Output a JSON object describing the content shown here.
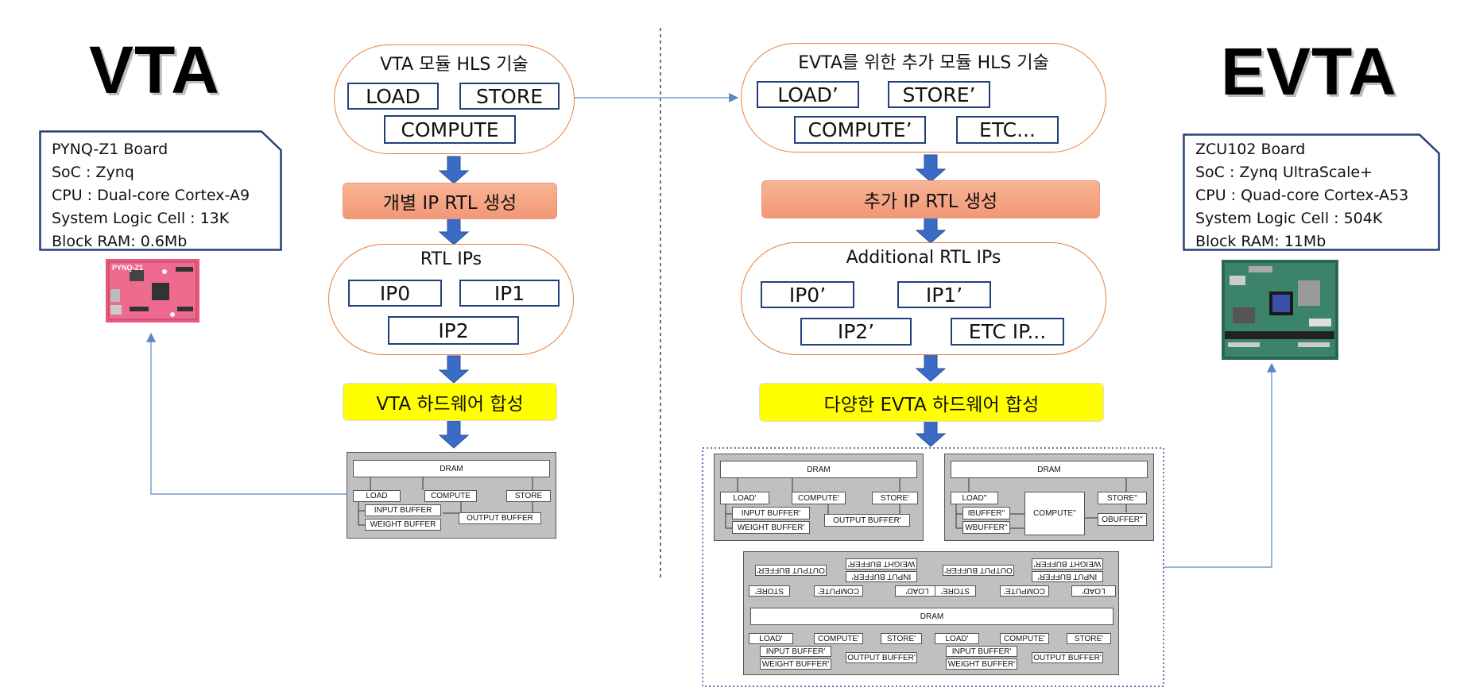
{
  "left": {
    "title": "VTA",
    "board_info": [
      "PYNQ-Z1 Board",
      "SoC : Zynq",
      "CPU : Dual-core Cortex-A9",
      "System Logic Cell : 13K",
      "Block RAM: 0.6Mb"
    ],
    "board_photo_label": "PYNQ-Z1"
  },
  "right": {
    "title": "EVTA",
    "board_info": [
      "ZCU102 Board",
      "SoC : Zynq UltraScale+",
      "CPU : Quad-core Cortex-A53",
      "System Logic Cell : 504K",
      "Block RAM: 11Mb"
    ]
  },
  "vta_flow": {
    "hls_title": "VTA  모듈 HLS 기술",
    "hls_modules": [
      "LOAD",
      "STORE",
      "COMPUTE"
    ],
    "rtl_step": "개별 IP RTL 생성",
    "rtl_title": "RTL IPs",
    "rtl_ips": [
      "IP0",
      "IP1",
      "IP2"
    ],
    "synth_step": "VTA 하드웨어 합성",
    "arch": {
      "dram": "DRAM",
      "load": "LOAD",
      "compute": "COMPUTE",
      "store": "STORE",
      "input_buffer": "INPUT BUFFER",
      "weight_buffer": "WEIGHT BUFFER",
      "output_buffer": "OUTPUT BUFFER"
    }
  },
  "evta_flow": {
    "hls_title": "EVTA를 위한 추가 모듈 HLS 기술",
    "hls_modules": [
      "LOAD’",
      "STORE’",
      "COMPUTE’",
      "ETC..."
    ],
    "rtl_step": "추가 IP RTL 생성",
    "rtl_title": "Additional RTL IPs",
    "rtl_ips": [
      "IP0’",
      "IP1’",
      "IP2’",
      "ETC IP..."
    ],
    "synth_step": "다양한 EVTA 하드웨어 합성",
    "arch_a": {
      "dram": "DRAM",
      "load": "LOAD'",
      "compute": "COMPUTE'",
      "store": "STORE'",
      "input_buffer": "INPUT BUFFER'",
      "weight_buffer": "WEIGHT BUFFER'",
      "output_buffer": "OUTPUT BUFFER'"
    },
    "arch_b": {
      "dram": "DRAM",
      "load": "LOAD''",
      "compute": "COMPUTE''",
      "store": "STORE''",
      "ibuffer": "IBUFFER''",
      "wbuffer": "WBUFFER''",
      "obuffer": "OBUFFER''"
    },
    "arch_c": {
      "dram": "DRAM",
      "load": "LOAD'",
      "compute": "COMPUTE'",
      "store": "STORE'",
      "input_buffer": "INPUT BUFFER'",
      "weight_buffer": "WEIGHT BUFFER'",
      "output_buffer": "OUTPUT BUFFER'"
    }
  },
  "colors": {
    "orange_border": "#e8803a",
    "module_border": "#23407a",
    "arrow": "#3a6cc6",
    "connector": "#5b87c5",
    "yellow": "#ffff00",
    "salmon": "#f4a582"
  }
}
